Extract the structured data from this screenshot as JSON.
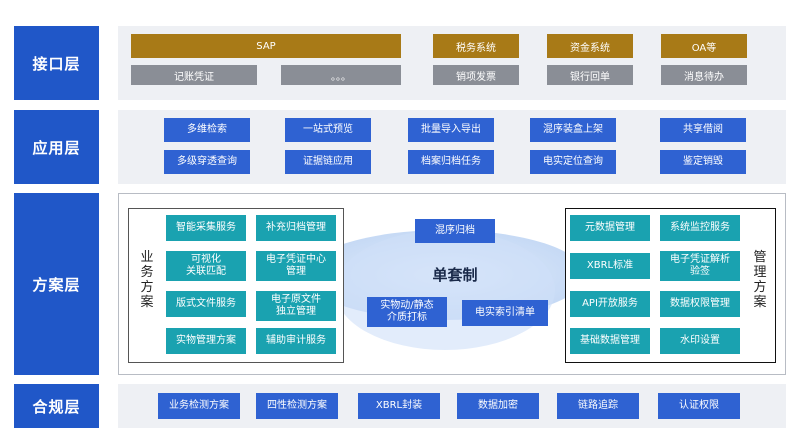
{
  "layers": {
    "interface": "接口层",
    "application": "应用层",
    "solution": "方案层",
    "compliance": "合规层"
  },
  "interface": {
    "top": [
      "SAP",
      "税务系统",
      "资金系统",
      "OA等"
    ],
    "bottom": [
      "记账凭证",
      "。。。",
      "销项发票",
      "银行回单",
      "消息待办"
    ]
  },
  "application": {
    "row1": [
      "多维检索",
      "一站式预览",
      "批量导入导出",
      "混序装盒上架",
      "共享借阅"
    ],
    "row2": [
      "多级穿透查询",
      "证据链应用",
      "档案归档任务",
      "电实定位查询",
      "鉴定销毁"
    ]
  },
  "solution": {
    "business_label": "业务方案",
    "management_label": "管理方案",
    "center_title": "单套制",
    "center_items": [
      "混序归档",
      "实物动/静态\n介质打标",
      "电实索引清单"
    ],
    "business_items": [
      "智能采集服务",
      "补充归档管理",
      "可视化\n关联匹配",
      "电子凭证中心\n管理",
      "版式文件服务",
      "电子原文件\n独立管理",
      "实物管理方案",
      "辅助审计服务"
    ],
    "management_items": [
      "元数据管理",
      "系统监控服务",
      "XBRL标准",
      "电子凭证解析\n验签",
      "API开放服务",
      "数据权限管理",
      "基础数据管理",
      "水印设置"
    ]
  },
  "compliance": {
    "items": [
      "业务检测方案",
      "四性检测方案",
      "XBRL封装",
      "数据加密",
      "链路追踪",
      "认证权限"
    ]
  },
  "colors": {
    "layer_label": "#2057c8",
    "gold": "#a87a17",
    "grey": "#8a8e96",
    "blue": "#2f62d2",
    "teal": "#1aa2b0"
  }
}
